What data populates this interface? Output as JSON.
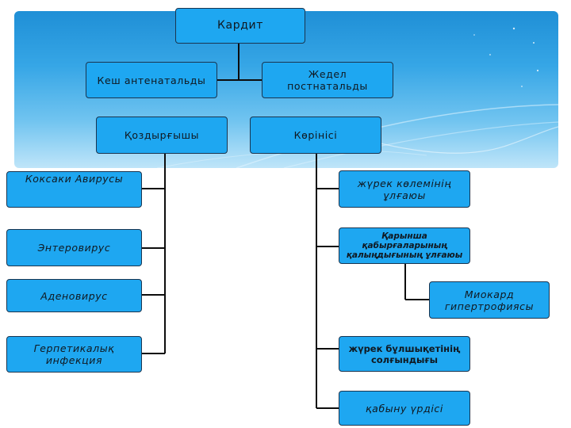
{
  "root": "Кардит",
  "level1": [
    "Кеш антенатальды",
    "Жедел постнатальды"
  ],
  "level2": {
    "left": "Қоздырғышы",
    "right": "Көрінісі"
  },
  "causes": [
    "Коксаки Авирусы",
    "Энтеровирус",
    "Аденовирус",
    "Герпетикалық инфекция"
  ],
  "signs": {
    "heart_volume": "жүрек көлемінің ұлғаюы",
    "ventricle_walls": "Қарынша қабырғаларының қалыңдығының ұлғаюы",
    "myocardial_hypertrophy": "Миокард гипертрофиясы",
    "heart_murmur": "жүрек бұлшықетінің солғындығы",
    "inflammation": "қабыну үрдісі"
  },
  "colors": {
    "node_fill": "#1ea7f1",
    "node_border": "#1a3550",
    "connector": "#0d0d0d"
  }
}
